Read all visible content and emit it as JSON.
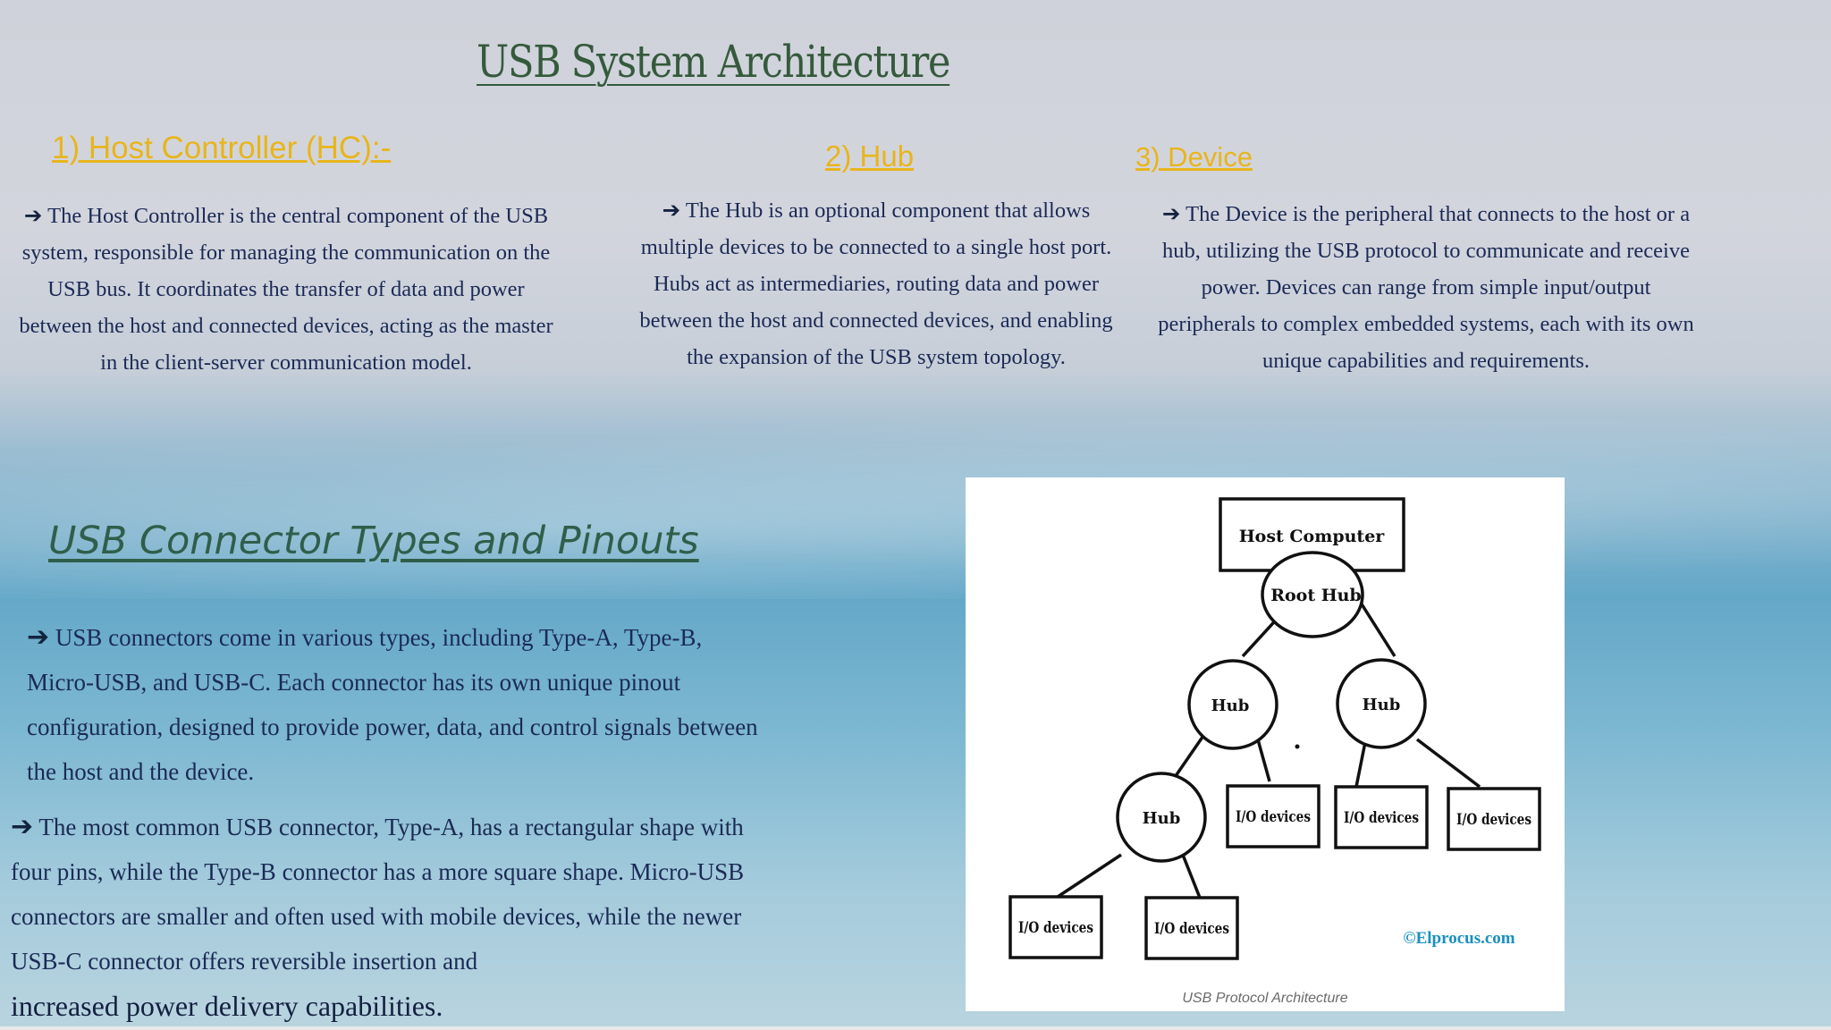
{
  "title": "USB System Architecture",
  "sections": [
    {
      "heading": "1) Host Controller (HC):-",
      "body": "The Host Controller is the central component of the USB system, responsible for managing the communication on the USB bus. It coordinates the transfer of data and power between the host and connected devices, acting as the master in the client-server communication model."
    },
    {
      "heading": "2)  Hub",
      "body": "The Hub is an optional component that allows multiple devices to be connected to a single host port. Hubs act as intermediaries, routing data and power between the host and connected devices, and enabling the expansion of the USB system topology."
    },
    {
      "heading": "3) Device",
      "body": "The Device is the peripheral that connects to the host or a hub, utilizing the USB protocol to communicate and receive power. Devices can range from simple input/output peripherals to complex embedded systems, each with its own unique capabilities and requirements."
    }
  ],
  "connectors": {
    "title": "USB Connector Types and Pinouts",
    "para1": "USB connectors come in various types, including Type-A, Type-B, Micro-USB, and USB-C. Each connector has its own unique pinout configuration, designed to provide power, data, and control signals between the host and the device.",
    "para2": "The most common USB connector, Type-A, has a rectangular shape with four pins, while the Type-B connector has a more square shape. Micro-USB connectors are smaller and often used with mobile devices, while the newer USB-C connector offers reversible insertion and",
    "para2_end": "increased power delivery capabilities."
  },
  "diagram": {
    "host": "Host Computer",
    "root_hub": "Root Hub",
    "hub": "Hub",
    "io": "I/O devices",
    "credit": "©Elprocus.com",
    "caption": "USB Protocol Architecture"
  },
  "colors": {
    "title": "#355a3c",
    "section_heading": "#e8b51b",
    "body_text": "#1b2a55",
    "credit": "#1a8fbf"
  },
  "icons": {
    "bullet": "arrow-right-icon"
  }
}
